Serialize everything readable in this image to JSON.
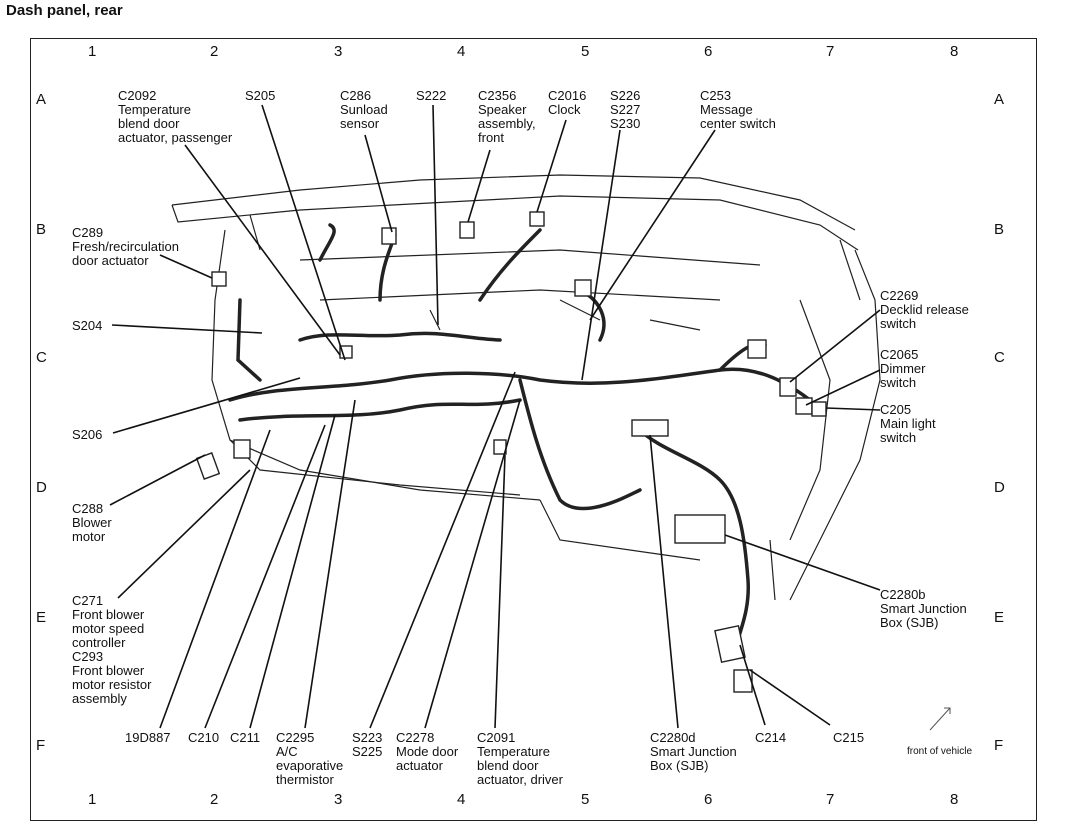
{
  "title": "Dash panel, rear",
  "grid": {
    "columns": [
      "1",
      "2",
      "3",
      "4",
      "5",
      "6",
      "7",
      "8"
    ],
    "rows": [
      "A",
      "B",
      "C",
      "D",
      "E",
      "F"
    ]
  },
  "labels": {
    "c2092": "C2092\nTemperature\nblend door\nactuator, passenger",
    "s205": "S205",
    "c286": "C286\nSunload\nsensor",
    "s222": "S222",
    "c2356": "C2356\nSpeaker\nassembly,\nfront",
    "c2016": "C2016\nClock",
    "s226": "S226\nS227\nS230",
    "c253": "C253\nMessage\ncenter switch",
    "c289": "C289\nFresh/recirculation\ndoor actuator",
    "s204": "S204",
    "s206": "S206",
    "c288": "C288\nBlower\nmotor",
    "c271": "C271\nFront blower\nmotor speed\ncontroller\nC293\nFront blower\nmotor resistor\nassembly",
    "c2269": "C2269\nDecklid release\nswitch",
    "c2065": "C2065\nDimmer\nswitch",
    "c205": "C205\nMain light\nswitch",
    "c2280b": "C2280b\nSmart Junction\nBox (SJB)",
    "n19d887": "19D887",
    "c210": "C210",
    "c211": "C211",
    "c2295": "C2295\nA/C\nevaporative\nthermistor",
    "s223": "S223\nS225",
    "c2278": "C2278\nMode door\nactuator",
    "c2091": "C2091\nTemperature\nblend door\nactuator, driver",
    "c2280d": "C2280d\nSmart Junction\nBox (SJB)",
    "c214": "C214",
    "c215": "C215",
    "front": "front of vehicle"
  }
}
